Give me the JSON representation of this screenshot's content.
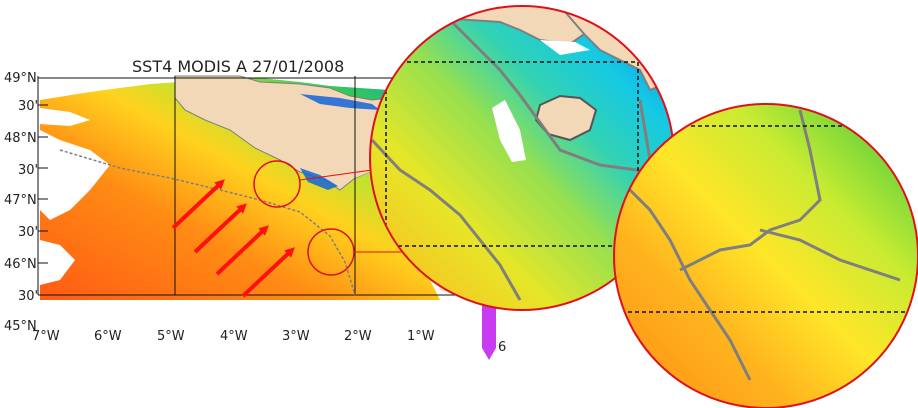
{
  "title": "SST4 MODIS A 27/01/2008",
  "lat_labels": [
    "49°N",
    "30'",
    "48°N",
    "30'",
    "47°N",
    "30'",
    "46°N",
    "30'",
    "45°N"
  ],
  "lon_labels": [
    "7°W",
    "6°W",
    "5°W",
    "4°W",
    "3°W",
    "2°W",
    "1°W"
  ],
  "colorbar_label": "6",
  "colors": {
    "land": "#f2d8b6",
    "circle_stroke": "#e0101a",
    "arrow": "#ff1010",
    "coastline": "#7f7f7f",
    "colorbar": "#c73cf0"
  }
}
